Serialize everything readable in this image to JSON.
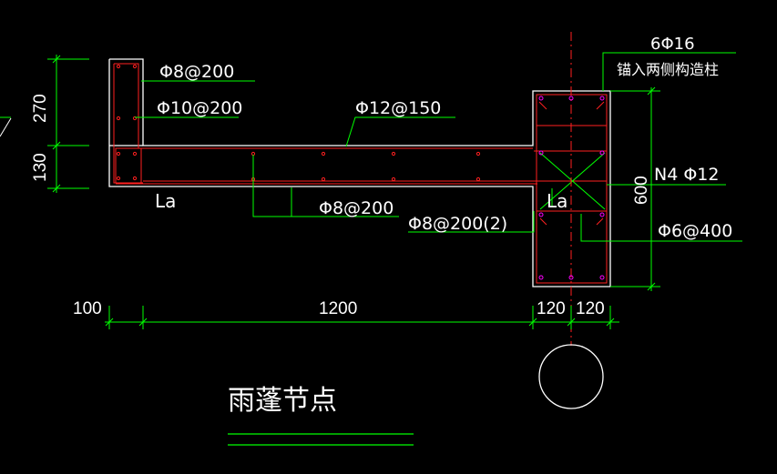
{
  "drawing": {
    "title": "雨蓬节点"
  },
  "annotations": {
    "stirrup_top": "Φ8@200",
    "bar_slab_top": "Φ10@200",
    "bar_main": "Φ12@150",
    "stirrup_beam": "Φ8@200",
    "stirrup_column": "Φ8@200(2)",
    "col_main_count": "6Φ16",
    "col_note": "锚入两侧构造柱",
    "n4_bars": "N4 Φ12",
    "col_tie": "Φ6@400",
    "la_left": "La",
    "la_right": "La"
  },
  "dimensions": {
    "v_270": "270",
    "v_130": "130",
    "v_600": "600",
    "h_100": "100",
    "h_1200": "1200",
    "h_120a": "120",
    "h_120b": "120"
  },
  "colors": {
    "background": "#000000",
    "outline": "#ffffff",
    "rebar": "#ff2020",
    "dimension": "#00ff00",
    "leader": "#00ff00",
    "marker": "#ff00ff"
  }
}
